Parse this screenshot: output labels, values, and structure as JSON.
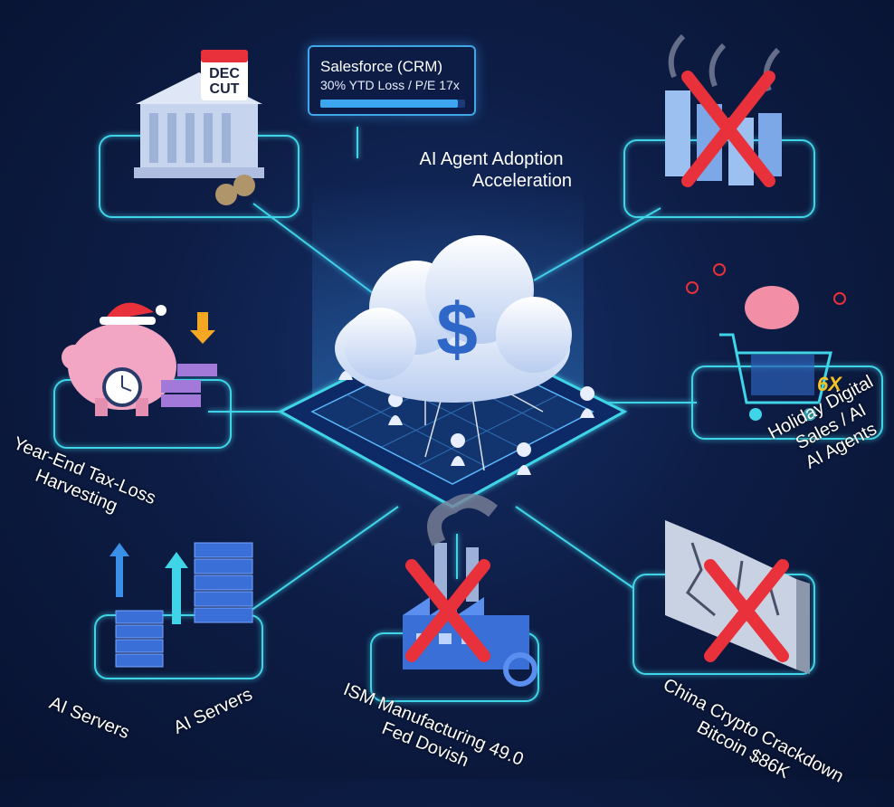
{
  "hub": {
    "title": "AI Agent Adoption Acceleration",
    "title_line1": "AI Agent Adoption",
    "title_line2": "Acceleration",
    "symbol": "$",
    "icon": "cloud-dollar-icon"
  },
  "crm_card": {
    "title": "Salesforce (CRM)",
    "subtitle": "30% YTD Loss / P/E 17x",
    "progress": 0.95
  },
  "nodes": {
    "fed": {
      "calendar_line1": "DEC",
      "calendar_line2": "CUT",
      "icon": "bank-building-icon"
    },
    "market_drop": {
      "icon": "falling-bar-chart-icon",
      "status": "x-mark"
    },
    "tax_loss": {
      "label_line1": "Year-End Tax-Loss",
      "label_line2": "Harvesting",
      "icon": "piggy-bank-icon"
    },
    "holiday": {
      "label_line1": "Holiday Digital",
      "label_line2": "Sales / AI",
      "label_line3": "AI Agents",
      "multiplier": "6X",
      "icon": "shopping-cart-brain-icon"
    },
    "ai_servers_left": {
      "label": "AI Servers",
      "icon": "server-rack-icon"
    },
    "ai_servers_right": {
      "label": "AI Servers",
      "icon": "server-rack-icon"
    },
    "ism": {
      "label_line1": "ISM Manufacturing 49.0",
      "label_line2": "Fed Dovish",
      "icon": "factory-icon",
      "status": "x-mark"
    },
    "crypto": {
      "label_line1": "China Crypto Crackdown",
      "label_line2": "Bitcoin $86K",
      "icon": "cracked-wall-icon",
      "status": "x-mark"
    }
  },
  "colors": {
    "accent": "#3fd4e8",
    "x_mark": "#e8313a",
    "background": "#0d1d46"
  }
}
